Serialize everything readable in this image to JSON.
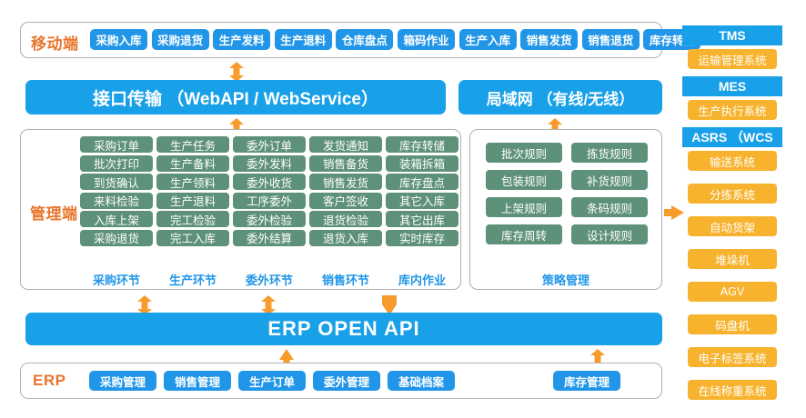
{
  "diagram": {
    "title_colors": {
      "blue": "#2196e8",
      "bar_blue": "#18a0e8",
      "green": "#5e9179",
      "orange": "#f7b32d",
      "label_orange": "#e8762c",
      "arrow_orange": "#f79b2c",
      "panel_border": "#b0b0b0"
    }
  },
  "mobile": {
    "label": "移动端",
    "items": [
      "采购入库",
      "采购退货",
      "生产发料",
      "生产退料",
      "仓库盘点",
      "箱码作业",
      "生产入库",
      "销售发货",
      "销售退货",
      "库存转储"
    ]
  },
  "transport": {
    "api_bar": "接口传输 （WebAPI / WebService）",
    "lan_bar": "局域网 （有线/无线）"
  },
  "management": {
    "label": "管理端",
    "columns": [
      {
        "header": "采购环节",
        "items": [
          "采购订单",
          "批次打印",
          "到货确认",
          "来料检验",
          "入库上架",
          "采购退货"
        ]
      },
      {
        "header": "生产环节",
        "items": [
          "生产任务",
          "生产备料",
          "生产领料",
          "生产退料",
          "完工检验",
          "完工入库"
        ]
      },
      {
        "header": "委外环节",
        "items": [
          "委外订单",
          "委外发料",
          "委外收货",
          "工序委外",
          "委外检验",
          "委外结算"
        ]
      },
      {
        "header": "销售环节",
        "items": [
          "发货通知",
          "销售备货",
          "销售发货",
          "客户签收",
          "退货检验",
          "退货入库"
        ]
      },
      {
        "header": "库内作业",
        "items": [
          "库存转储",
          "装箱拆箱",
          "库存盘点",
          "其它入库",
          "其它出库",
          "实时库存"
        ]
      }
    ]
  },
  "strategy": {
    "header": "策略管理",
    "columns": [
      [
        "批次规则",
        "包装规则",
        "上架规则",
        "库存周转"
      ],
      [
        "拣货规则",
        "补货规则",
        "条码规则",
        "设计规则"
      ]
    ]
  },
  "open_api": {
    "bar": "ERP  OPEN API"
  },
  "erp": {
    "label": "ERP",
    "items": [
      "采购管理",
      "销售管理",
      "生产订单",
      "委外管理",
      "基础档案",
      "库存管理"
    ]
  },
  "right_systems": [
    {
      "header": "TMS",
      "items": [
        "运输管理系统"
      ]
    },
    {
      "header": "MES",
      "items": [
        "生产执行系统"
      ]
    },
    {
      "header": "ASRS （WCS",
      "items": [
        "输送系统",
        "分拣系统",
        "自动货架",
        "堆垛机",
        "AGV",
        "码盘机",
        "电子标签系统",
        "在线称重系统"
      ]
    }
  ]
}
